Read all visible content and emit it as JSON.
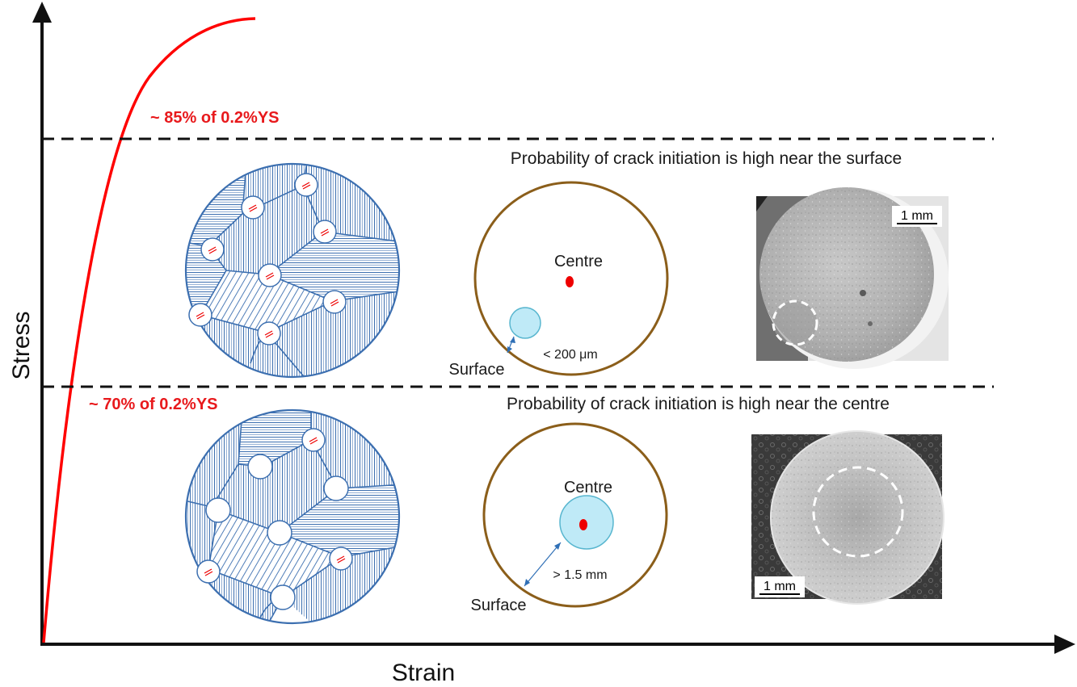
{
  "axes": {
    "x_label": "Strain",
    "y_label": "Stress"
  },
  "colors": {
    "curve": "#ff0000",
    "label_red": "#e8191c",
    "grain_blue": "#3c6fb0",
    "specimen_ring": "#8b5e1a",
    "initiation_fill": "#bfeaf7",
    "initiation_stroke": "#58b6cf",
    "origin_dot": "#ee0000"
  },
  "thresholds": [
    {
      "label": "~ 85% of 0.2%YS"
    },
    {
      "label": "~ 70% of 0.2%YS"
    }
  ],
  "panels": {
    "high_stress": {
      "caption": "Probability of crack initiation is high near the surface",
      "centre_label": "Centre",
      "surface_label": "Surface",
      "distance_label": "< 200 μm",
      "scale_bar": "1 mm"
    },
    "low_stress": {
      "caption": "Probability of crack initiation is high near the centre",
      "centre_label": "Centre",
      "surface_label": "Surface",
      "distance_label": "> 1.5 mm",
      "scale_bar": "1 mm"
    }
  }
}
